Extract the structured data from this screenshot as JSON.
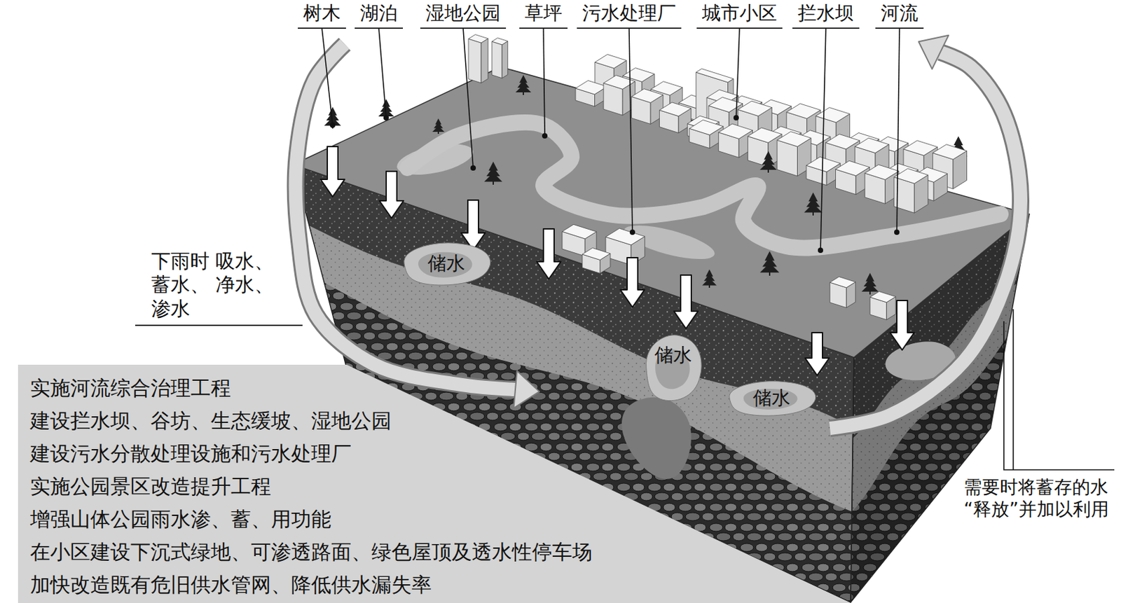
{
  "diagram": {
    "nodes": [
      {
        "text": [
          "储水"
        ]
      },
      {
        "text": [
          "储水"
        ]
      },
      {
        "text": [
          "储水"
        ]
      },
      {
        "text": [
          "实施河流综合治理工程",
          "建设拦水坝、谷坊、生态缓坡、湿地公园",
          "建设污水分散处理设施和污水处理厂",
          "实施公园景区改造提升工程",
          "增强山体公园雨水渗、蓄、用功能",
          "在小区建设下沉式绿地、可渗透路面、绿色屋顶及透水性停车场",
          "加快改造既有危旧供水管网、降低供水漏失率"
        ]
      }
    ],
    "labels": [
      "树木",
      "湖泊",
      "湿地公园",
      "草坪",
      "污水处理厂",
      "城市小区",
      "拦水坝",
      "河流",
      "下雨时 吸水、蓄水、 净水、渗水",
      "需要时将蓄存的水 “释放”并加以利用"
    ]
  }
}
